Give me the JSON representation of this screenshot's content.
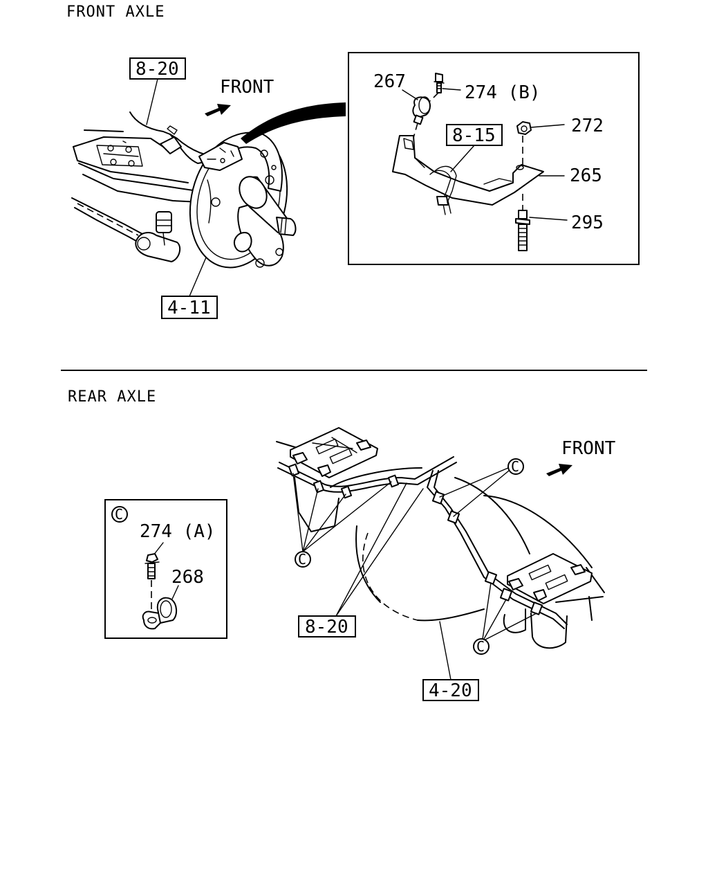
{
  "sections": {
    "front_title": "FRONT AXLE",
    "rear_title": "REAR AXLE"
  },
  "front": {
    "direction_label": "FRONT",
    "refs": {
      "pipe": "8-20",
      "drum": "4-11",
      "inset_hose": "8-15"
    },
    "inset_parts": {
      "p267": "267",
      "p274b": "274 (B)",
      "p272": "272",
      "p265": "265",
      "p295": "295"
    }
  },
  "rear": {
    "direction_label": "FRONT",
    "refs": {
      "pipe": "8-20",
      "housing": "4-20"
    },
    "clip_marker": "C",
    "inset_marker": "C",
    "inset_parts": {
      "p274a": "274 (A)",
      "p268": "268"
    }
  }
}
